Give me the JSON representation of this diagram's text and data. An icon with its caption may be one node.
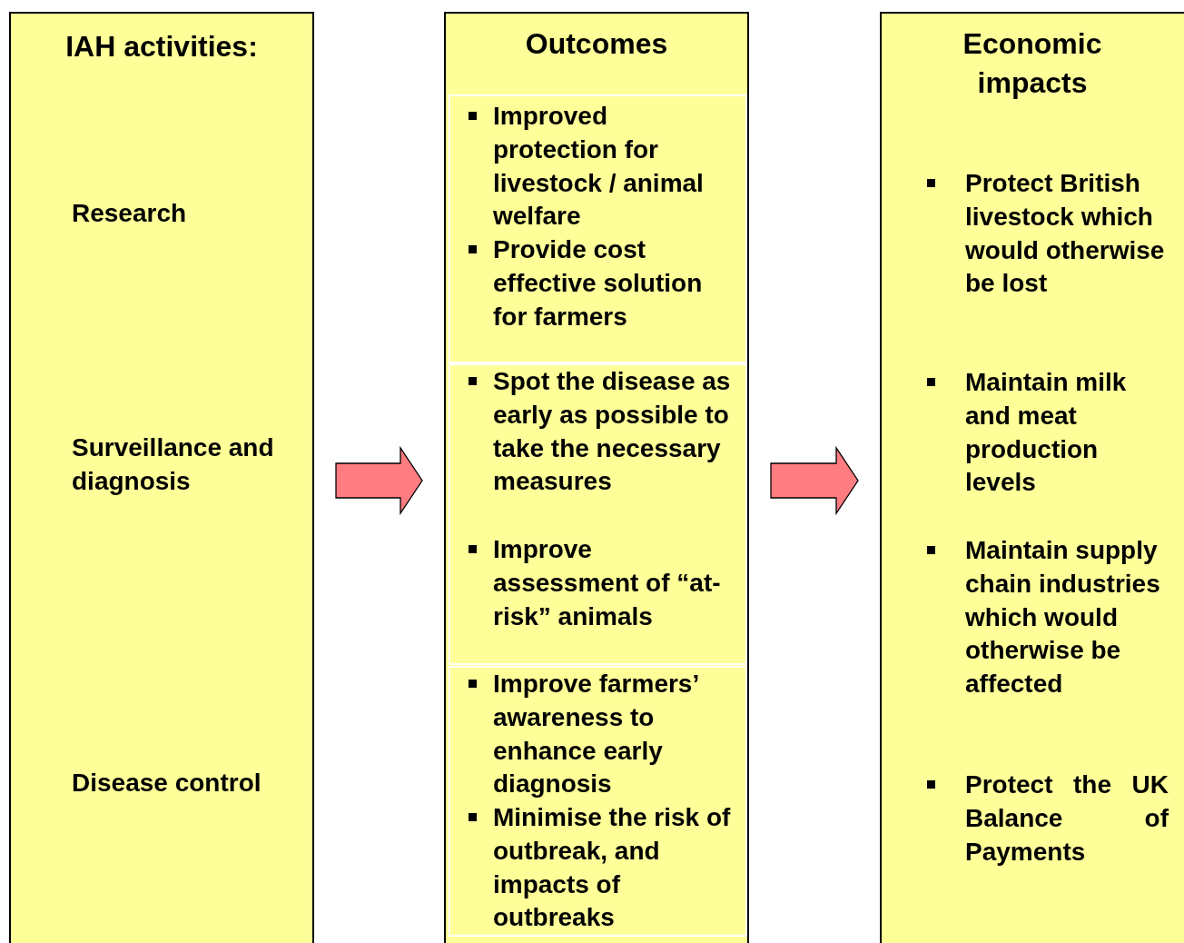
{
  "diagram": {
    "nodes": [
      {
        "text": [
          "IAH activities:",
          "Research",
          "Surveillance and diagnosis",
          "Disease control"
        ]
      },
      {
        "text": [
          "Outcomes"
        ]
      },
      {
        "text": [
          "Improved protection for livestock / animal welfare",
          "Provide cost effective solution for farmers"
        ],
        "in": 1
      },
      {
        "text": [
          "Spot the disease as early as possible to take the necessary measures",
          "Improve assessment of “at-risk” animals"
        ],
        "in": 1
      },
      {
        "text": [
          "Improve farmers’ awareness to enhance early diagnosis",
          "Minimise the risk of outbreak, and impacts of outbreaks"
        ],
        "in": 1
      },
      {
        "text": [
          "Economic impacts",
          "Protect British livestock which would otherwise be lost",
          "Maintain milk and meat production levels",
          "Maintain supply chain industries which would otherwise be affected",
          "Protect the UK Balance of Payments"
        ]
      }
    ],
    "edges": [
      {
        "from": 0,
        "to": 1,
        "arrow": "to"
      },
      {
        "from": 1,
        "to": 5,
        "arrow": "to"
      }
    ]
  }
}
